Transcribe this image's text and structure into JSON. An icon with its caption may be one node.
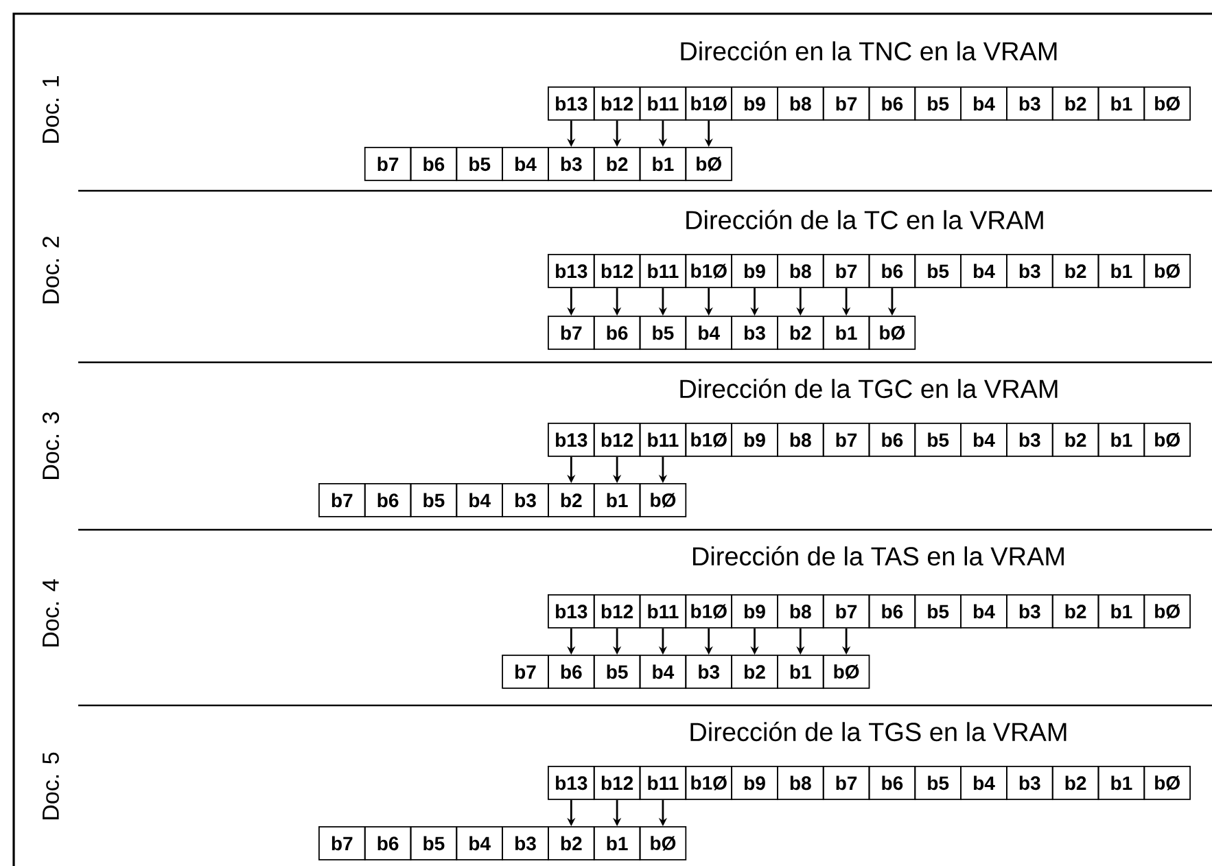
{
  "diagram": {
    "nodes": [
      {
        "text": [
          "b13"
        ]
      },
      {
        "text": [
          "b12"
        ]
      },
      {
        "text": [
          "b11"
        ]
      },
      {
        "text": [
          "b1Ø"
        ]
      },
      {
        "text": [
          "b9"
        ]
      },
      {
        "text": [
          "b8"
        ]
      },
      {
        "text": [
          "b7"
        ]
      },
      {
        "text": [
          "b6"
        ]
      },
      {
        "text": [
          "b5"
        ]
      },
      {
        "text": [
          "b4"
        ]
      },
      {
        "text": [
          "b3"
        ]
      },
      {
        "text": [
          "b2"
        ]
      },
      {
        "text": [
          "b1"
        ]
      },
      {
        "text": [
          "bØ"
        ]
      },
      {
        "text": [
          "b7"
        ]
      },
      {
        "text": [
          "b6"
        ]
      },
      {
        "text": [
          "b5"
        ]
      },
      {
        "text": [
          "b4"
        ]
      },
      {
        "text": [
          "b3"
        ]
      },
      {
        "text": [
          "b2"
        ]
      },
      {
        "text": [
          "b1"
        ]
      },
      {
        "text": [
          "bØ"
        ]
      },
      {
        "text": [
          "b13"
        ]
      },
      {
        "text": [
          "b12"
        ]
      },
      {
        "text": [
          "b11"
        ]
      },
      {
        "text": [
          "b1Ø"
        ]
      },
      {
        "text": [
          "b9"
        ]
      },
      {
        "text": [
          "b8"
        ]
      },
      {
        "text": [
          "b7"
        ]
      },
      {
        "text": [
          "b6"
        ]
      },
      {
        "text": [
          "b5"
        ]
      },
      {
        "text": [
          "b4"
        ]
      },
      {
        "text": [
          "b3"
        ]
      },
      {
        "text": [
          "b2"
        ]
      },
      {
        "text": [
          "b1"
        ]
      },
      {
        "text": [
          "bØ"
        ]
      },
      {
        "text": [
          "b7"
        ]
      },
      {
        "text": [
          "b6"
        ]
      },
      {
        "text": [
          "b5"
        ]
      },
      {
        "text": [
          "b4"
        ]
      },
      {
        "text": [
          "b3"
        ]
      },
      {
        "text": [
          "b2"
        ]
      },
      {
        "text": [
          "b1"
        ]
      },
      {
        "text": [
          "bØ"
        ]
      },
      {
        "text": [
          "b13"
        ]
      },
      {
        "text": [
          "b12"
        ]
      },
      {
        "text": [
          "b11"
        ]
      },
      {
        "text": [
          "b1Ø"
        ]
      },
      {
        "text": [
          "b9"
        ]
      },
      {
        "text": [
          "b8"
        ]
      },
      {
        "text": [
          "b7"
        ]
      },
      {
        "text": [
          "b6"
        ]
      },
      {
        "text": [
          "b5"
        ]
      },
      {
        "text": [
          "b4"
        ]
      },
      {
        "text": [
          "b3"
        ]
      },
      {
        "text": [
          "b2"
        ]
      },
      {
        "text": [
          "b1"
        ]
      },
      {
        "text": [
          "bØ"
        ]
      },
      {
        "text": [
          "b7"
        ]
      },
      {
        "text": [
          "b6"
        ]
      },
      {
        "text": [
          "b5"
        ]
      },
      {
        "text": [
          "b4"
        ]
      },
      {
        "text": [
          "b3"
        ]
      },
      {
        "text": [
          "b2"
        ]
      },
      {
        "text": [
          "b1"
        ]
      },
      {
        "text": [
          "bØ"
        ]
      },
      {
        "text": [
          "b13"
        ]
      },
      {
        "text": [
          "b12"
        ]
      },
      {
        "text": [
          "b11"
        ]
      },
      {
        "text": [
          "b1Ø"
        ]
      },
      {
        "text": [
          "b9"
        ]
      },
      {
        "text": [
          "b8"
        ]
      },
      {
        "text": [
          "b7"
        ]
      },
      {
        "text": [
          "b6"
        ]
      },
      {
        "text": [
          "b5"
        ]
      },
      {
        "text": [
          "b4"
        ]
      },
      {
        "text": [
          "b3"
        ]
      },
      {
        "text": [
          "b2"
        ]
      },
      {
        "text": [
          "b1"
        ]
      },
      {
        "text": [
          "bØ"
        ]
      },
      {
        "text": [
          "b7"
        ]
      },
      {
        "text": [
          "b6"
        ]
      },
      {
        "text": [
          "b5"
        ]
      },
      {
        "text": [
          "b4"
        ]
      },
      {
        "text": [
          "b3"
        ]
      },
      {
        "text": [
          "b2"
        ]
      },
      {
        "text": [
          "b1"
        ]
      },
      {
        "text": [
          "bØ"
        ]
      },
      {
        "text": [
          "b13"
        ]
      },
      {
        "text": [
          "b12"
        ]
      },
      {
        "text": [
          "b11"
        ]
      },
      {
        "text": [
          "b1Ø"
        ]
      },
      {
        "text": [
          "b9"
        ]
      },
      {
        "text": [
          "b8"
        ]
      },
      {
        "text": [
          "b7"
        ]
      },
      {
        "text": [
          "b6"
        ]
      },
      {
        "text": [
          "b5"
        ]
      },
      {
        "text": [
          "b4"
        ]
      },
      {
        "text": [
          "b3"
        ]
      },
      {
        "text": [
          "b2"
        ]
      },
      {
        "text": [
          "b1"
        ]
      },
      {
        "text": [
          "bØ"
        ]
      },
      {
        "text": [
          "b7"
        ]
      },
      {
        "text": [
          "b6"
        ]
      },
      {
        "text": [
          "b5"
        ]
      },
      {
        "text": [
          "b4"
        ]
      },
      {
        "text": [
          "b3"
        ]
      },
      {
        "text": [
          "b2"
        ]
      },
      {
        "text": [
          "b1"
        ]
      },
      {
        "text": [
          "bØ"
        ]
      }
    ],
    "edges": [
      {
        "from": 0,
        "to": 18,
        "arrow": "to"
      },
      {
        "from": 1,
        "to": 19,
        "arrow": "to"
      },
      {
        "from": 2,
        "to": 20,
        "arrow": "to"
      },
      {
        "from": 3,
        "to": 21,
        "arrow": "to"
      },
      {
        "from": 22,
        "to": 36,
        "arrow": "to"
      },
      {
        "from": 23,
        "to": 37,
        "arrow": "to"
      },
      {
        "from": 24,
        "to": 38,
        "arrow": "to"
      },
      {
        "from": 25,
        "to": 39,
        "arrow": "to"
      },
      {
        "from": 26,
        "to": 40,
        "arrow": "to"
      },
      {
        "from": 27,
        "to": 41,
        "arrow": "to"
      },
      {
        "from": 28,
        "to": 42,
        "arrow": "to"
      },
      {
        "from": 29,
        "to": 43,
        "arrow": "to"
      },
      {
        "from": 44,
        "to": 63,
        "arrow": "to"
      },
      {
        "from": 45,
        "to": 64,
        "arrow": "to"
      },
      {
        "from": 46,
        "to": 65,
        "arrow": "to"
      },
      {
        "from": 66,
        "to": 81,
        "arrow": "to"
      },
      {
        "from": 67,
        "to": 82,
        "arrow": "to"
      },
      {
        "from": 68,
        "to": 83,
        "arrow": "to"
      },
      {
        "from": 69,
        "to": 84,
        "arrow": "to"
      },
      {
        "from": 70,
        "to": 85,
        "arrow": "to"
      },
      {
        "from": 71,
        "to": 86,
        "arrow": "to"
      },
      {
        "from": 72,
        "to": 87,
        "arrow": "to"
      },
      {
        "from": 88,
        "to": 107,
        "arrow": "to"
      },
      {
        "from": 89,
        "to": 108,
        "arrow": "to"
      },
      {
        "from": 90,
        "to": 109,
        "arrow": "to"
      }
    ],
    "labels": [
      "Doc. 1",
      "Dirección en la TNC en la VRAM",
      "Doc. 2",
      "Dirección de la TC en la VRAM",
      "Doc. 3",
      "Dirección de la TGC en la VRAM",
      "Doc. 4",
      "Dirección de la TAS en la VRAM",
      "Doc. 5",
      "Dirección de la TGS en la VRAM"
    ]
  }
}
